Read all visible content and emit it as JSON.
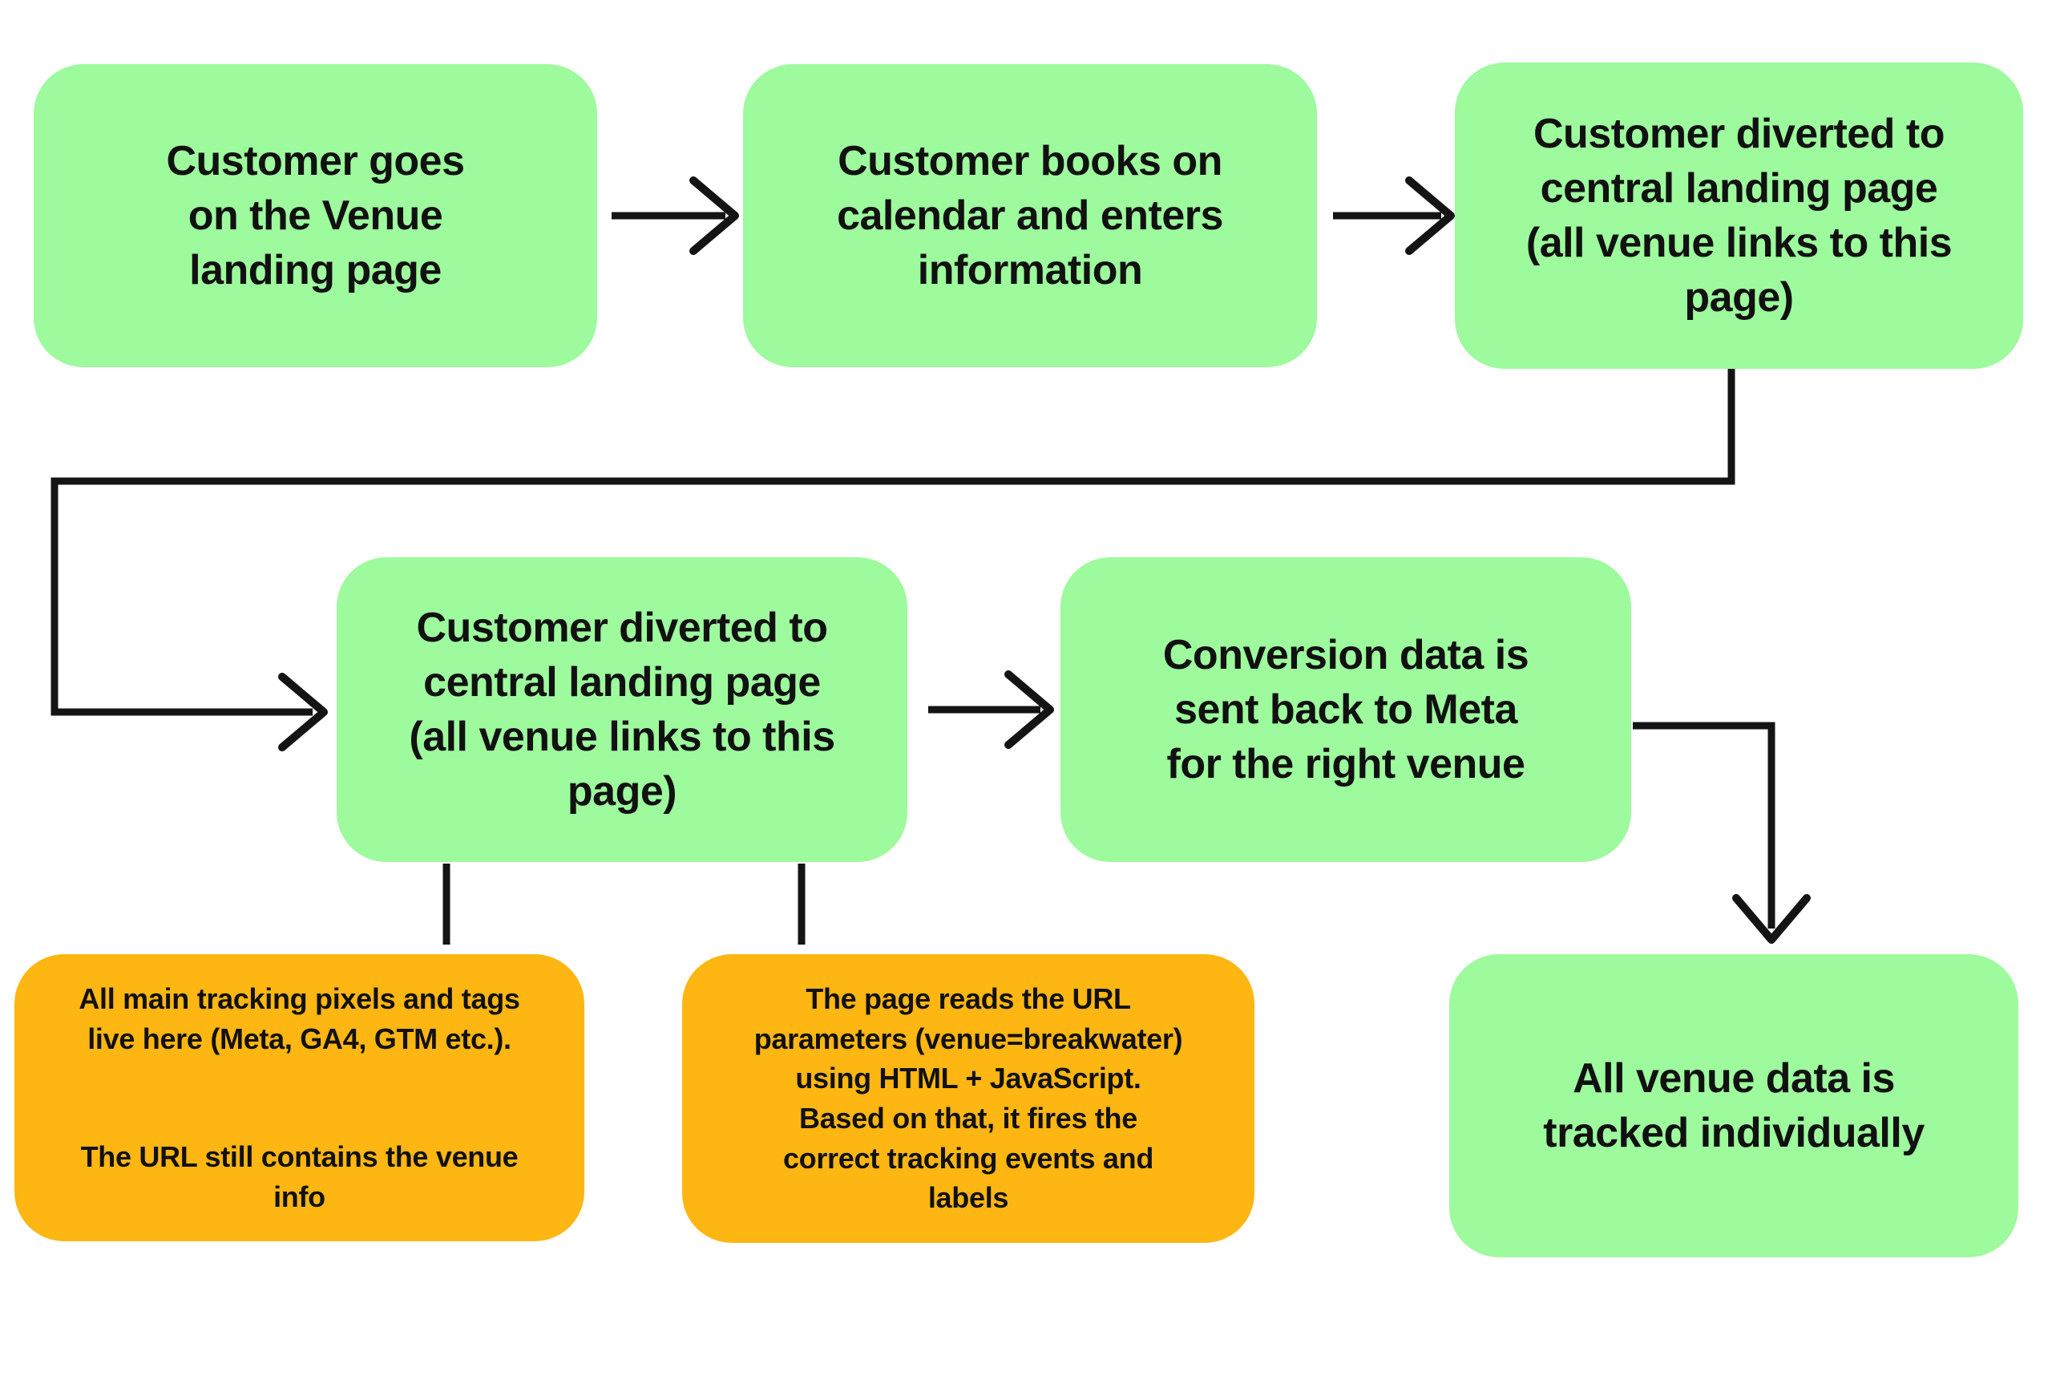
{
  "diagram": {
    "colors": {
      "node_green": "#9DFA9D",
      "node_orange": "#FDB612",
      "line": "#141414",
      "text": "#111111",
      "background": "#FFFFFF"
    },
    "nodes": {
      "step1": {
        "label": "Customer goes\non the Venue\nlanding page",
        "color": "green"
      },
      "step2": {
        "label": "Customer books on\ncalendar and enters\ninformation",
        "color": "green"
      },
      "step3": {
        "label": "Customer diverted to\ncentral landing page\n(all venue links to this\npage)",
        "color": "green"
      },
      "step4": {
        "label": "Customer diverted to\ncentral landing page\n(all venue links to this\npage)",
        "color": "green"
      },
      "step5": {
        "label": "Conversion data is\nsent back to Meta\nfor the right venue",
        "color": "green"
      },
      "note_tracking_pixels": {
        "para1": "All main tracking pixels and tags\nlive here (Meta, GA4, GTM etc.).",
        "para2": "The URL still contains the venue\ninfo",
        "color": "orange"
      },
      "note_url_params": {
        "label": "The page reads the URL\nparameters (venue=breakwater)\nusing HTML + JavaScript.\nBased on that, it fires the\ncorrect tracking events and\nlabels",
        "color": "orange"
      },
      "result": {
        "label": "All venue data is\ntracked individually",
        "color": "green"
      }
    },
    "edges": [
      {
        "from": "step1",
        "to": "step2",
        "style": "arrow"
      },
      {
        "from": "step2",
        "to": "step3",
        "style": "arrow"
      },
      {
        "from": "step3",
        "to": "step4",
        "style": "elbow-arrow"
      },
      {
        "from": "step4",
        "to": "step5",
        "style": "arrow"
      },
      {
        "from": "step5",
        "to": "result",
        "style": "elbow-arrow"
      },
      {
        "from": "step4",
        "to": "note_tracking_pixels",
        "style": "plain-line"
      },
      {
        "from": "step4",
        "to": "note_url_params",
        "style": "plain-line"
      }
    ]
  }
}
